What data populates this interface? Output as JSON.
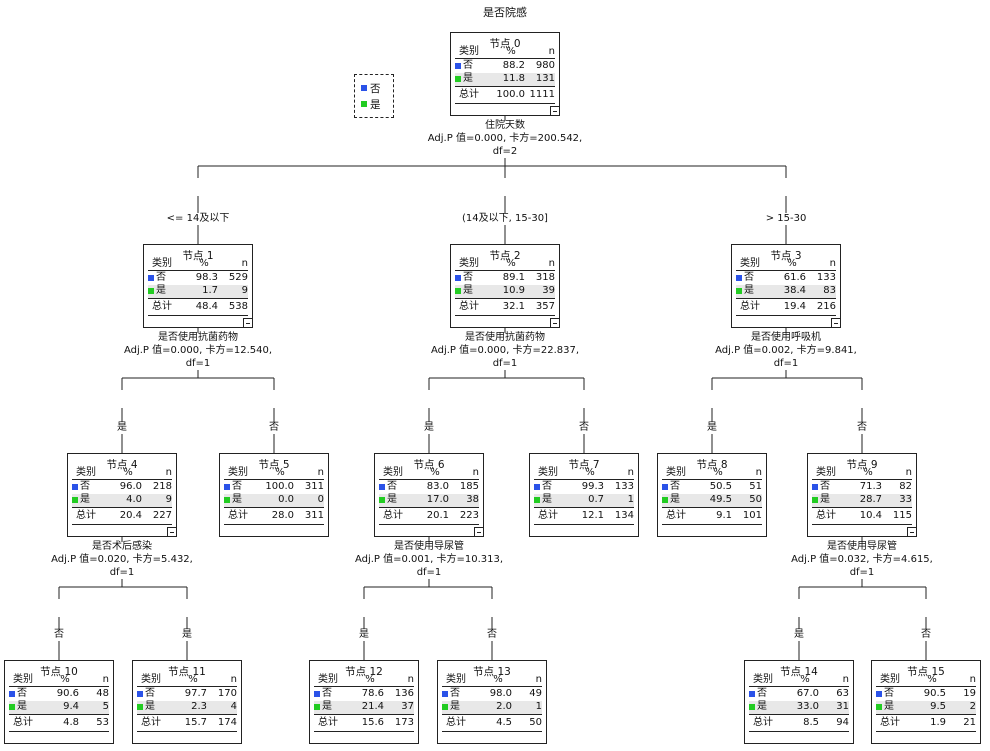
{
  "target": "是否院感",
  "legend": {
    "items": [
      {
        "label": "否",
        "color": "#2a52e8"
      },
      {
        "label": "是",
        "color": "#22cc22"
      }
    ]
  },
  "header": {
    "category": "类别",
    "percent": "%",
    "n": "n",
    "total": "总计"
  },
  "nodes": [
    {
      "id": 0,
      "title": "节点 0",
      "rows": [
        {
          "cat": "否",
          "pct": "88.2",
          "n": "980"
        },
        {
          "cat": "是",
          "pct": "11.8",
          "n": "131"
        }
      ],
      "total_pct": "100.0",
      "total_n": "1111",
      "expanded": true
    },
    {
      "id": 1,
      "title": "节点 1",
      "rows": [
        {
          "cat": "否",
          "pct": "98.3",
          "n": "529"
        },
        {
          "cat": "是",
          "pct": "1.7",
          "n": "9"
        }
      ],
      "total_pct": "48.4",
      "total_n": "538",
      "expanded": true
    },
    {
      "id": 2,
      "title": "节点 2",
      "rows": [
        {
          "cat": "否",
          "pct": "89.1",
          "n": "318"
        },
        {
          "cat": "是",
          "pct": "10.9",
          "n": "39"
        }
      ],
      "total_pct": "32.1",
      "total_n": "357",
      "expanded": true
    },
    {
      "id": 3,
      "title": "节点 3",
      "rows": [
        {
          "cat": "否",
          "pct": "61.6",
          "n": "133"
        },
        {
          "cat": "是",
          "pct": "38.4",
          "n": "83"
        }
      ],
      "total_pct": "19.4",
      "total_n": "216",
      "expanded": true
    },
    {
      "id": 4,
      "title": "节点 4",
      "rows": [
        {
          "cat": "否",
          "pct": "96.0",
          "n": "218"
        },
        {
          "cat": "是",
          "pct": "4.0",
          "n": "9"
        }
      ],
      "total_pct": "20.4",
      "total_n": "227",
      "expanded": true
    },
    {
      "id": 5,
      "title": "节点 5",
      "rows": [
        {
          "cat": "否",
          "pct": "100.0",
          "n": "311"
        },
        {
          "cat": "是",
          "pct": "0.0",
          "n": "0"
        }
      ],
      "total_pct": "28.0",
      "total_n": "311",
      "expanded": false
    },
    {
      "id": 6,
      "title": "节点 6",
      "rows": [
        {
          "cat": "否",
          "pct": "83.0",
          "n": "185"
        },
        {
          "cat": "是",
          "pct": "17.0",
          "n": "38"
        }
      ],
      "total_pct": "20.1",
      "total_n": "223",
      "expanded": true
    },
    {
      "id": 7,
      "title": "节点 7",
      "rows": [
        {
          "cat": "否",
          "pct": "99.3",
          "n": "133"
        },
        {
          "cat": "是",
          "pct": "0.7",
          "n": "1"
        }
      ],
      "total_pct": "12.1",
      "total_n": "134",
      "expanded": false
    },
    {
      "id": 8,
      "title": "节点 8",
      "rows": [
        {
          "cat": "否",
          "pct": "50.5",
          "n": "51"
        },
        {
          "cat": "是",
          "pct": "49.5",
          "n": "50"
        }
      ],
      "total_pct": "9.1",
      "total_n": "101",
      "expanded": false
    },
    {
      "id": 9,
      "title": "节点 9",
      "rows": [
        {
          "cat": "否",
          "pct": "71.3",
          "n": "82"
        },
        {
          "cat": "是",
          "pct": "28.7",
          "n": "33"
        }
      ],
      "total_pct": "10.4",
      "total_n": "115",
      "expanded": true
    },
    {
      "id": 10,
      "title": "节点 10",
      "rows": [
        {
          "cat": "否",
          "pct": "90.6",
          "n": "48"
        },
        {
          "cat": "是",
          "pct": "9.4",
          "n": "5"
        }
      ],
      "total_pct": "4.8",
      "total_n": "53",
      "expanded": false
    },
    {
      "id": 11,
      "title": "节点 11",
      "rows": [
        {
          "cat": "否",
          "pct": "97.7",
          "n": "170"
        },
        {
          "cat": "是",
          "pct": "2.3",
          "n": "4"
        }
      ],
      "total_pct": "15.7",
      "total_n": "174",
      "expanded": false
    },
    {
      "id": 12,
      "title": "节点 12",
      "rows": [
        {
          "cat": "否",
          "pct": "78.6",
          "n": "136"
        },
        {
          "cat": "是",
          "pct": "21.4",
          "n": "37"
        }
      ],
      "total_pct": "15.6",
      "total_n": "173",
      "expanded": false
    },
    {
      "id": 13,
      "title": "节点 13",
      "rows": [
        {
          "cat": "否",
          "pct": "98.0",
          "n": "49"
        },
        {
          "cat": "是",
          "pct": "2.0",
          "n": "1"
        }
      ],
      "total_pct": "4.5",
      "total_n": "50",
      "expanded": false
    },
    {
      "id": 14,
      "title": "节点 14",
      "rows": [
        {
          "cat": "否",
          "pct": "67.0",
          "n": "63"
        },
        {
          "cat": "是",
          "pct": "33.0",
          "n": "31"
        }
      ],
      "total_pct": "8.5",
      "total_n": "94",
      "expanded": false
    },
    {
      "id": 15,
      "title": "节点 15",
      "rows": [
        {
          "cat": "否",
          "pct": "90.5",
          "n": "19"
        },
        {
          "cat": "是",
          "pct": "9.5",
          "n": "2"
        }
      ],
      "total_pct": "1.9",
      "total_n": "21",
      "expanded": false
    }
  ],
  "splits": [
    {
      "node": 0,
      "variable": "住院天数",
      "stats": "Adj.P 值=0.000, 卡方=200.542,",
      "df": "df=2"
    },
    {
      "node": 1,
      "variable": "是否使用抗菌药物",
      "stats": "Adj.P 值=0.000, 卡方=12.540,",
      "df": "df=1"
    },
    {
      "node": 2,
      "variable": "是否使用抗菌药物",
      "stats": "Adj.P 值=0.000, 卡方=22.837,",
      "df": "df=1"
    },
    {
      "node": 3,
      "variable": "是否使用呼吸机",
      "stats": "Adj.P 值=0.002, 卡方=9.841,",
      "df": "df=1"
    },
    {
      "node": 4,
      "variable": "是否术后感染",
      "stats": "Adj.P 值=0.020, 卡方=5.432,",
      "df": "df=1"
    },
    {
      "node": 6,
      "variable": "是否使用导尿管",
      "stats": "Adj.P 值=0.001, 卡方=10.313,",
      "df": "df=1"
    },
    {
      "node": 9,
      "variable": "是否使用导尿管",
      "stats": "Adj.P 值=0.032, 卡方=4.615,",
      "df": "df=1"
    }
  ],
  "edges": [
    {
      "from": 0,
      "to": 1,
      "label": "<= 14及以下"
    },
    {
      "from": 0,
      "to": 2,
      "label": "(14及以下, 15-30]"
    },
    {
      "from": 0,
      "to": 3,
      "label": "> 15-30"
    },
    {
      "from": 1,
      "to": 4,
      "label": "是"
    },
    {
      "from": 1,
      "to": 5,
      "label": "否"
    },
    {
      "from": 2,
      "to": 6,
      "label": "是"
    },
    {
      "from": 2,
      "to": 7,
      "label": "否"
    },
    {
      "from": 3,
      "to": 8,
      "label": "是"
    },
    {
      "from": 3,
      "to": 9,
      "label": "否"
    },
    {
      "from": 4,
      "to": 10,
      "label": "否"
    },
    {
      "from": 4,
      "to": 11,
      "label": "是"
    },
    {
      "from": 6,
      "to": 12,
      "label": "是"
    },
    {
      "from": 6,
      "to": 13,
      "label": "否"
    },
    {
      "from": 9,
      "to": 14,
      "label": "是"
    },
    {
      "from": 9,
      "to": 15,
      "label": "否"
    }
  ]
}
